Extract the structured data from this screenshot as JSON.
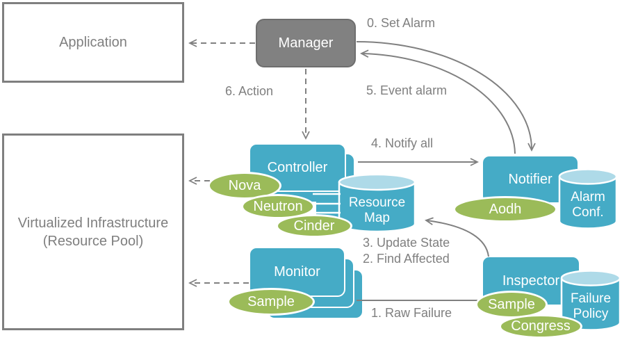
{
  "diagram": {
    "colors": {
      "blue": "#45abc6",
      "blue_light": "#aedae8",
      "green": "#9bbb59",
      "gray": "#7f7f7f"
    }
  },
  "nodes": {
    "application": {
      "label": "Application"
    },
    "virtualized_infrastructure": {
      "line1": "Virtualized  Infrastructure",
      "line2": "(Resource Pool)"
    },
    "manager": {
      "label": "Manager"
    },
    "controller": {
      "label": "Controller"
    },
    "monitor": {
      "label": "Monitor"
    },
    "notifier": {
      "label": "Notifier"
    },
    "inspector": {
      "label": "Inspector"
    }
  },
  "cylinders": {
    "resource_map": {
      "line1": "Resource",
      "line2": "Map"
    },
    "alarm_conf": {
      "line1": "Alarm",
      "line2": "Conf."
    },
    "failure_policy": {
      "line1": "Failure",
      "line2": "Policy"
    }
  },
  "components": {
    "nova": {
      "label": "Nova"
    },
    "neutron": {
      "label": "Neutron"
    },
    "cinder": {
      "label": "Cinder"
    },
    "monitor_sample": {
      "label": "Sample"
    },
    "aodh": {
      "label": "Aodh"
    },
    "inspector_sample": {
      "label": "Sample"
    },
    "congress": {
      "label": "Congress"
    }
  },
  "steps": {
    "set_alarm": "0. Set Alarm",
    "raw_failure": "1. Raw Failure",
    "find_affected": "2. Find Affected",
    "update_state": "3. Update State",
    "notify_all": "4. Notify all",
    "event_alarm": "5. Event alarm",
    "action": "6. Action"
  }
}
